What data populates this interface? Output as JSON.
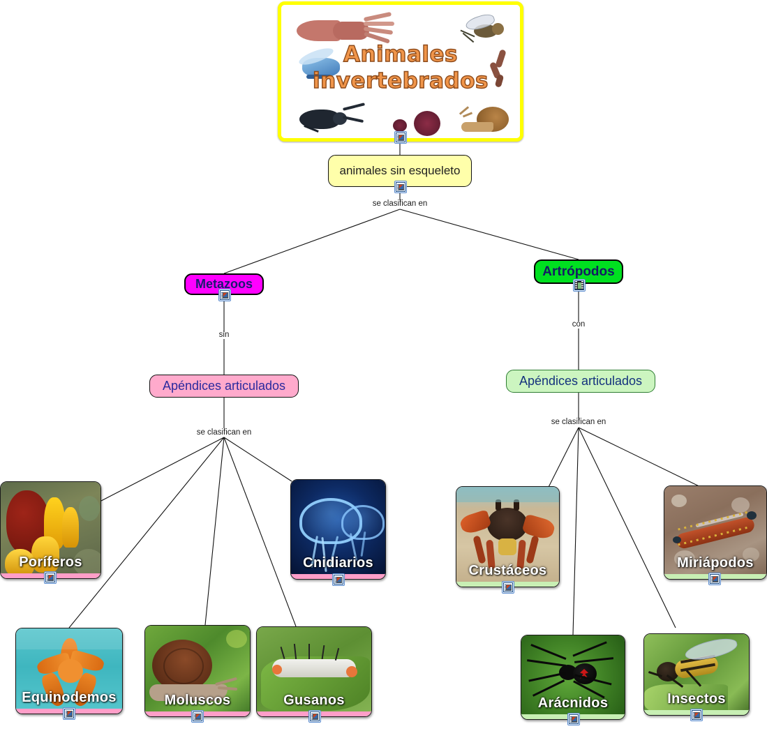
{
  "root": {
    "title_line1": "Animales",
    "title_line2": "invertebrados",
    "icon": "document-resource-icon"
  },
  "nodes": {
    "sin_esqueleto": {
      "label": "animales sin esqueleto",
      "color": "#ffffaa",
      "icon": "document-resource-icon"
    },
    "metazoos": {
      "label": "Metazoos",
      "color": "#ff00ff",
      "icon": "document-resource-icon"
    },
    "artropodos": {
      "label": "Artrópodos",
      "color": "#00e020",
      "icon": "film-resource-icon"
    },
    "apendices_metazoos": {
      "label": "Apéndices articulados",
      "color": "#ffaacc"
    },
    "apendices_artropodos": {
      "label": "Apéndices articulados",
      "color": "#ccf5c0"
    }
  },
  "link_labels": {
    "root_to_clasif": "se clasifican en",
    "metazoos_sin": "sin",
    "artropodos_con": "con",
    "metazoos_clasif": "se clasifican en",
    "artropodos_clasif": "se clasifican en"
  },
  "groups": {
    "metazoos_children": [
      {
        "label": "Poríferos",
        "scene": "sponges",
        "strip": "#ff9ec8",
        "icon": "document-resource-icon"
      },
      {
        "label": "Cnidiarios",
        "scene": "jellyfish",
        "strip": "#ff9ec8",
        "icon": "document-resource-icon"
      },
      {
        "label": "Equinodemos",
        "scene": "starfish",
        "strip": "#ff9ec8",
        "icon": "document-resource-icon"
      },
      {
        "label": "Moluscos",
        "scene": "snail",
        "strip": "#ff9ec8",
        "icon": "document-resource-icon"
      },
      {
        "label": "Gusanos",
        "scene": "caterpillar",
        "strip": "#ff9ec8",
        "icon": "document-resource-icon"
      }
    ],
    "artropodos_children": [
      {
        "label": "Crustáceos",
        "scene": "crab",
        "strip": "#c8efb4",
        "icon": "document-resource-icon"
      },
      {
        "label": "Miriápodos",
        "scene": "centipede",
        "strip": "#c8efb4",
        "icon": "document-resource-icon"
      },
      {
        "label": "Arácnidos",
        "scene": "spider",
        "strip": "#c8efb4",
        "icon": "document-resource-icon"
      },
      {
        "label": "Insectos",
        "scene": "hoverfly",
        "strip": "#c8efb4",
        "icon": "document-resource-icon"
      }
    ]
  },
  "colors": {
    "banner_border": "#ffff00",
    "banner_title": "#f0954a",
    "edge": "#111111"
  }
}
